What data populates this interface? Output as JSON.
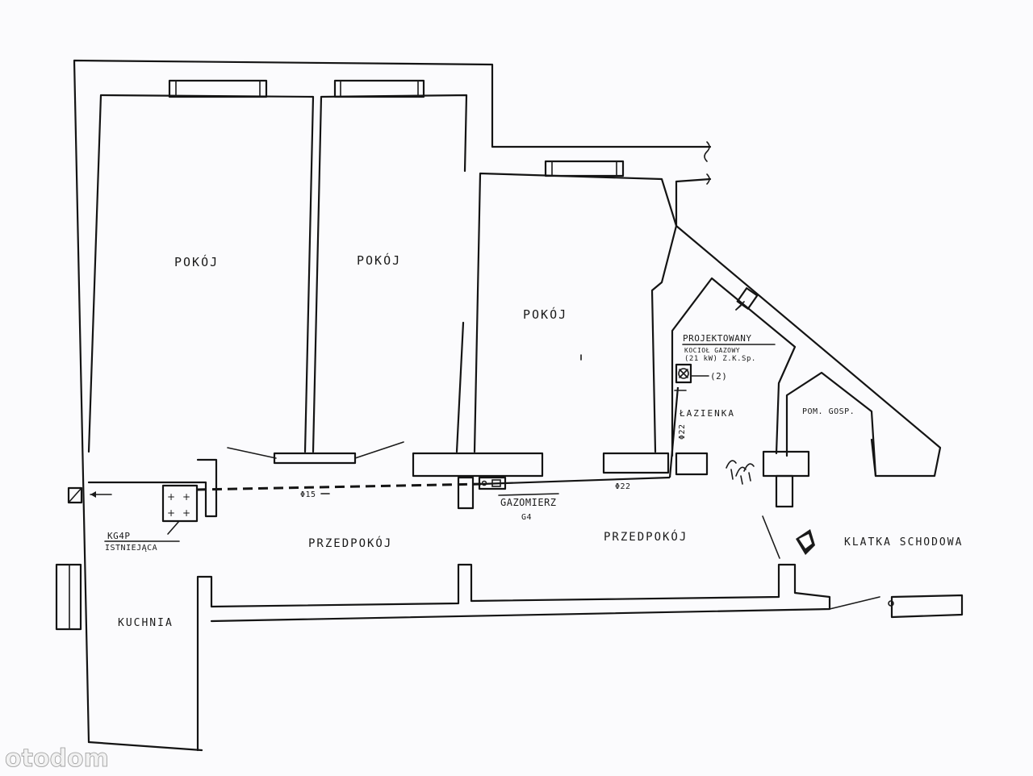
{
  "plan": {
    "rooms": {
      "pokoj_1": "POKÓJ",
      "pokoj_2": "POKÓJ",
      "pokoj_3": "POKÓJ",
      "lazienka": "ŁAZIENKA",
      "pom_gosp": "POM. GOSP.",
      "przedpokoj_1": "PRZEDPOKÓJ",
      "przedpokoj_2": "PRZEDPOKÓJ",
      "kuchnia": "KUCHNIA",
      "klatka": "KLATKA SCHODOWA"
    },
    "annotations": {
      "boiler_line1": "PROJEKTOWANY",
      "boiler_line2": "KOCIOŁ GAZOWY",
      "boiler_line3": "(21 kW) Z.K.Sp.",
      "boiler_num": "(2)",
      "kg4p_line1": "KG4P",
      "kg4p_line2": "ISTNIEJĄCA",
      "gazomierz_line1": "GAZOMIERZ",
      "gazomierz_line2": "G4",
      "pipe_15": "Φ15",
      "pipe_22_h": "Φ22",
      "pipe_22_v": "Φ22"
    },
    "watermark": "otodom"
  }
}
